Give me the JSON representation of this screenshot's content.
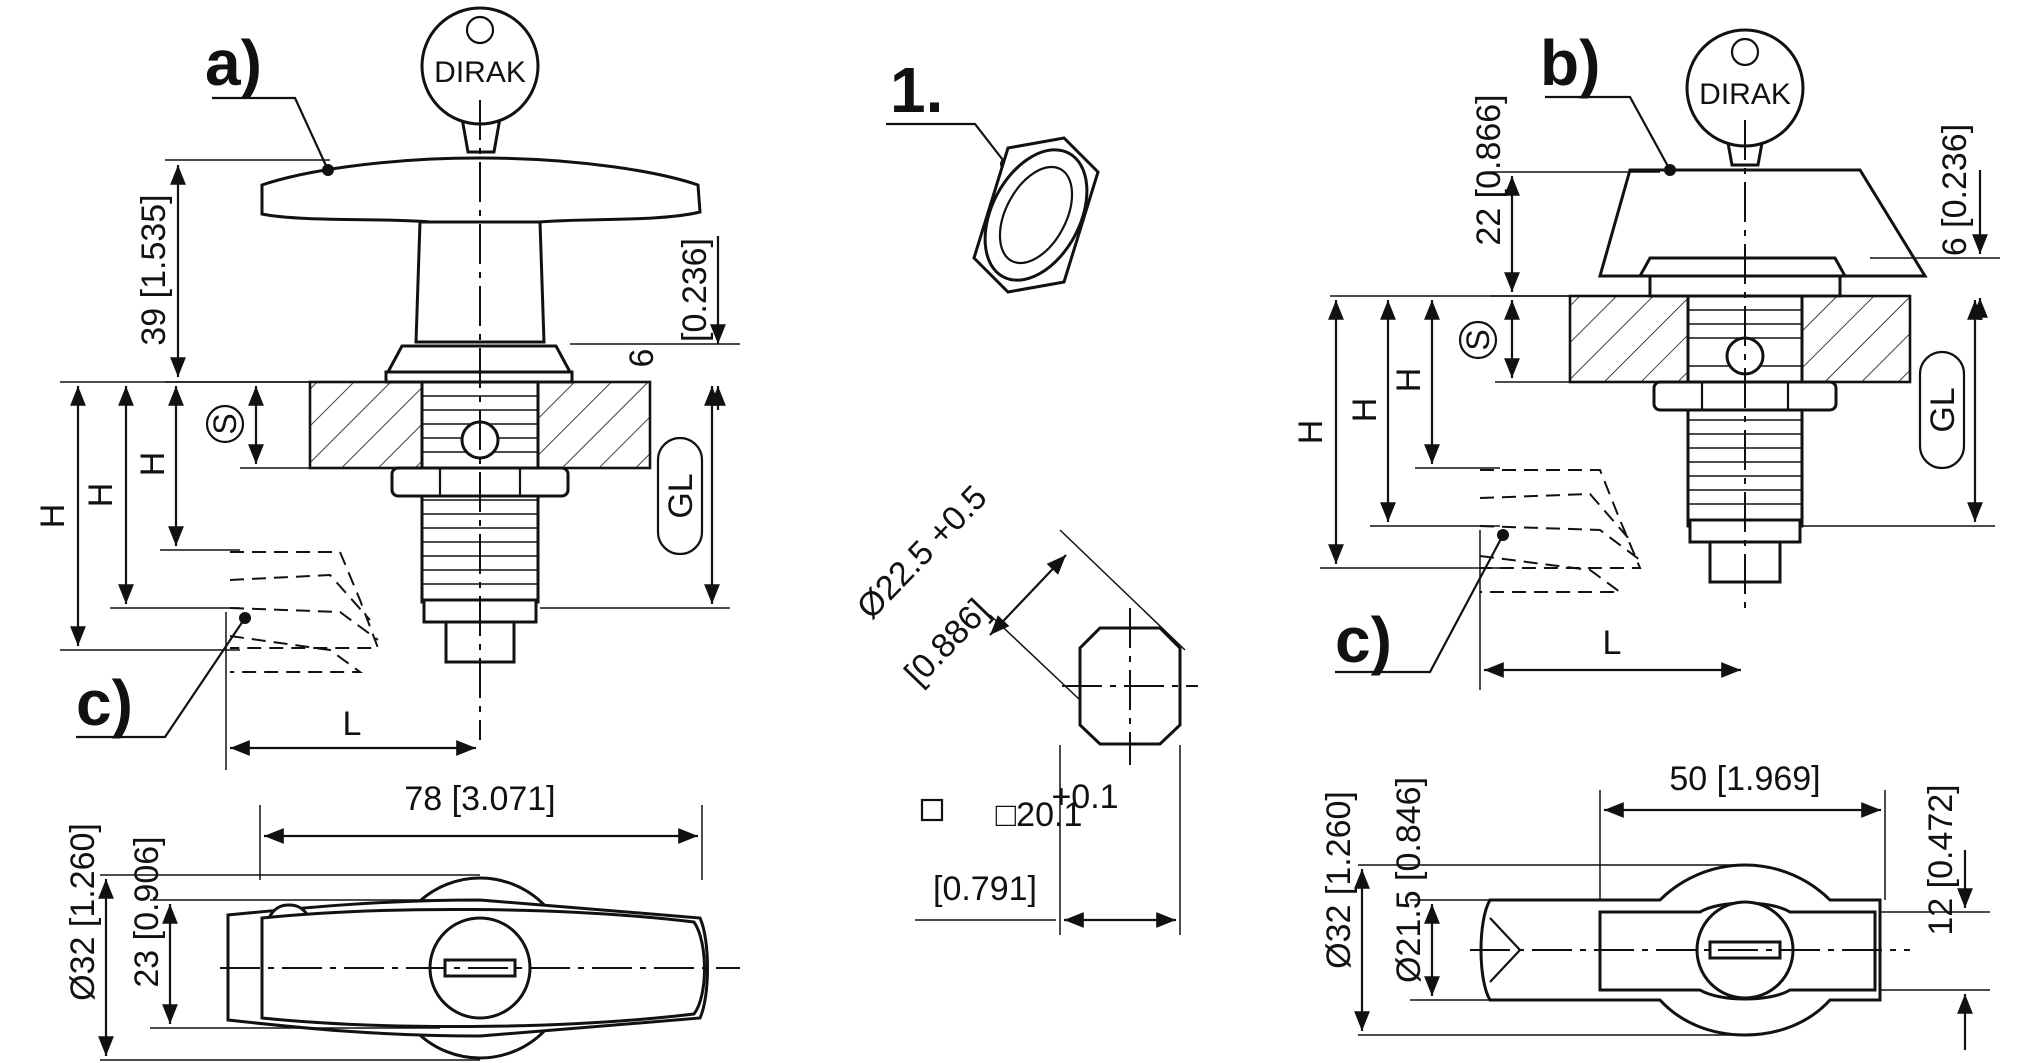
{
  "labels": {
    "a": "a)",
    "b": "b)",
    "c_left": "c)",
    "c_right": "c)",
    "one": "1."
  },
  "key_brand": "DIRAK",
  "dims_a": {
    "height_39": "39 [1.535]",
    "t6_a": "6",
    "t6_b": "[0.236]",
    "S": "S",
    "GL": "GL",
    "H": "H",
    "L": "L",
    "width_78": "78 [3.071]",
    "dia32": "Ø32 [1.260]",
    "d23": "23 [0.906]"
  },
  "dims_b": {
    "height_22": "22 [0.866]",
    "t6": "6 [0.236]",
    "S": "S",
    "GL": "GL",
    "H": "H",
    "L": "L",
    "width_50": "50 [1.969]",
    "dia32": "Ø32 [1.260]",
    "dia21": "Ø21.5 [0.846]",
    "d12": "12 [0.472]"
  },
  "cutout": {
    "dia_a": "Ø22.5 +0.5",
    "dia_b": "[0.886]",
    "sq_a": "□20.1",
    "sq_tol": "+0.1",
    "sq_b": "[0.791]"
  }
}
